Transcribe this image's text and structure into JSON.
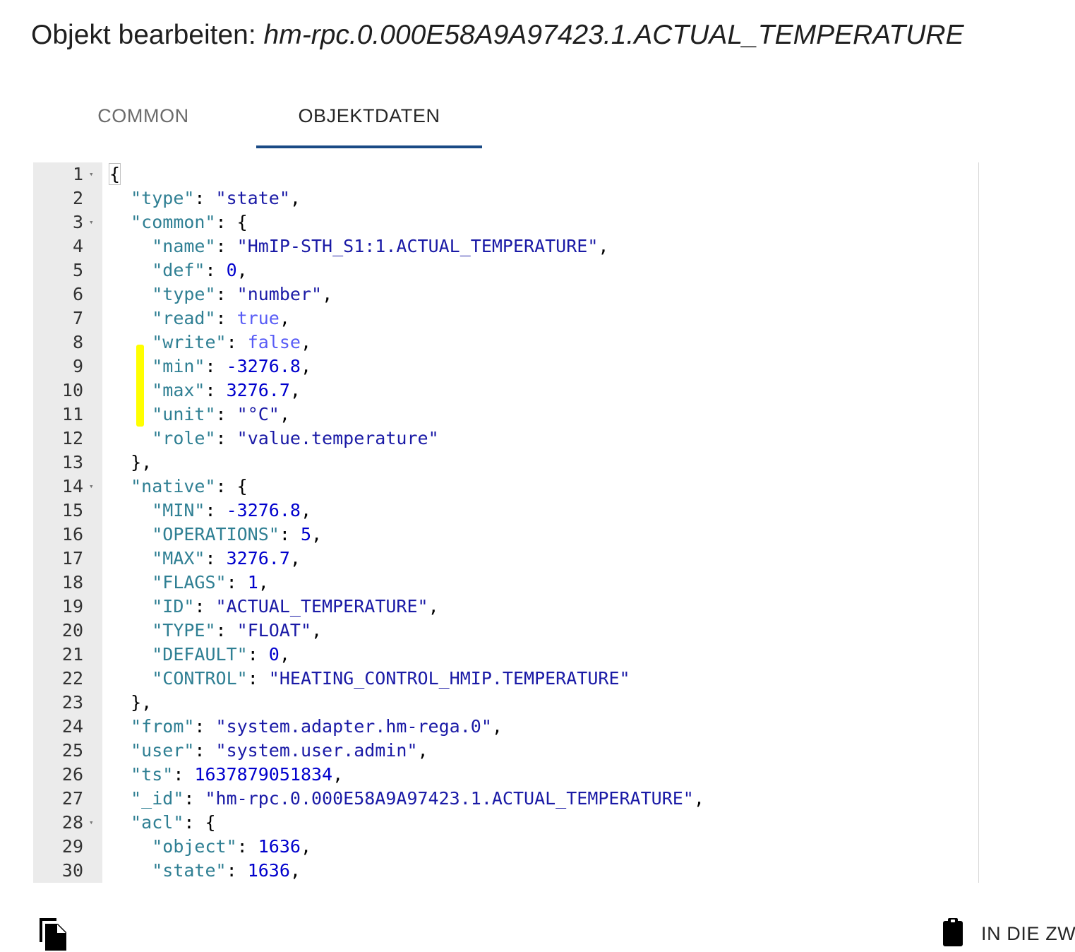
{
  "dialog": {
    "title_prefix": "Objekt bearbeiten: ",
    "object_id": "hm-rpc.0.000E58A9A97423.1.ACTUAL_TEMPERATURE"
  },
  "tabs": [
    {
      "label": "COMMON",
      "active": false
    },
    {
      "label": "OBJEKTDATEN",
      "active": true
    }
  ],
  "colors": {
    "accent": "#1a4a85",
    "key": "#2f7f93",
    "string": "#1a1aa6",
    "number": "#0000cd",
    "boolean": "#585cf6",
    "highlight_marker": "#ffff00",
    "gutter": "#ebebeb"
  },
  "editor": {
    "lines": [
      {
        "n": "1",
        "fold": true,
        "tokens": [
          [
            "p",
            "{"
          ]
        ]
      },
      {
        "n": "2",
        "tokens": [
          [
            "i",
            "  "
          ],
          [
            "k",
            "\"type\""
          ],
          [
            "p",
            ": "
          ],
          [
            "s",
            "\"state\""
          ],
          [
            "p",
            ","
          ]
        ]
      },
      {
        "n": "3",
        "fold": true,
        "tokens": [
          [
            "i",
            "  "
          ],
          [
            "k",
            "\"common\""
          ],
          [
            "p",
            ": {"
          ]
        ]
      },
      {
        "n": "4",
        "tokens": [
          [
            "i",
            "    "
          ],
          [
            "k",
            "\"name\""
          ],
          [
            "p",
            ": "
          ],
          [
            "s",
            "\"HmIP-STH_S1:1.ACTUAL_TEMPERATURE\""
          ],
          [
            "p",
            ","
          ]
        ]
      },
      {
        "n": "5",
        "tokens": [
          [
            "i",
            "    "
          ],
          [
            "k",
            "\"def\""
          ],
          [
            "p",
            ": "
          ],
          [
            "n",
            "0"
          ],
          [
            "p",
            ","
          ]
        ]
      },
      {
        "n": "6",
        "tokens": [
          [
            "i",
            "    "
          ],
          [
            "k",
            "\"type\""
          ],
          [
            "p",
            ": "
          ],
          [
            "s",
            "\"number\""
          ],
          [
            "p",
            ","
          ]
        ]
      },
      {
        "n": "7",
        "tokens": [
          [
            "i",
            "    "
          ],
          [
            "k",
            "\"read\""
          ],
          [
            "p",
            ": "
          ],
          [
            "b",
            "true"
          ],
          [
            "p",
            ","
          ]
        ]
      },
      {
        "n": "8",
        "tokens": [
          [
            "i",
            "    "
          ],
          [
            "k",
            "\"write\""
          ],
          [
            "p",
            ": "
          ],
          [
            "b",
            "false"
          ],
          [
            "p",
            ","
          ]
        ]
      },
      {
        "n": "9",
        "tokens": [
          [
            "i",
            "    "
          ],
          [
            "k",
            "\"min\""
          ],
          [
            "p",
            ": "
          ],
          [
            "n",
            "-3276.8"
          ],
          [
            "p",
            ","
          ]
        ]
      },
      {
        "n": "10",
        "tokens": [
          [
            "i",
            "    "
          ],
          [
            "k",
            "\"max\""
          ],
          [
            "p",
            ": "
          ],
          [
            "n",
            "3276.7"
          ],
          [
            "p",
            ","
          ]
        ]
      },
      {
        "n": "11",
        "tokens": [
          [
            "i",
            "    "
          ],
          [
            "k",
            "\"unit\""
          ],
          [
            "p",
            ": "
          ],
          [
            "s",
            "\"°C\""
          ],
          [
            "p",
            ","
          ]
        ]
      },
      {
        "n": "12",
        "tokens": [
          [
            "i",
            "    "
          ],
          [
            "k",
            "\"role\""
          ],
          [
            "p",
            ": "
          ],
          [
            "s",
            "\"value.temperature\""
          ]
        ]
      },
      {
        "n": "13",
        "tokens": [
          [
            "i",
            "  "
          ],
          [
            "p",
            "},"
          ]
        ]
      },
      {
        "n": "14",
        "fold": true,
        "tokens": [
          [
            "i",
            "  "
          ],
          [
            "k",
            "\"native\""
          ],
          [
            "p",
            ": {"
          ]
        ]
      },
      {
        "n": "15",
        "tokens": [
          [
            "i",
            "    "
          ],
          [
            "k",
            "\"MIN\""
          ],
          [
            "p",
            ": "
          ],
          [
            "n",
            "-3276.8"
          ],
          [
            "p",
            ","
          ]
        ]
      },
      {
        "n": "16",
        "tokens": [
          [
            "i",
            "    "
          ],
          [
            "k",
            "\"OPERATIONS\""
          ],
          [
            "p",
            ": "
          ],
          [
            "n",
            "5"
          ],
          [
            "p",
            ","
          ]
        ]
      },
      {
        "n": "17",
        "tokens": [
          [
            "i",
            "    "
          ],
          [
            "k",
            "\"MAX\""
          ],
          [
            "p",
            ": "
          ],
          [
            "n",
            "3276.7"
          ],
          [
            "p",
            ","
          ]
        ]
      },
      {
        "n": "18",
        "tokens": [
          [
            "i",
            "    "
          ],
          [
            "k",
            "\"FLAGS\""
          ],
          [
            "p",
            ": "
          ],
          [
            "n",
            "1"
          ],
          [
            "p",
            ","
          ]
        ]
      },
      {
        "n": "19",
        "tokens": [
          [
            "i",
            "    "
          ],
          [
            "k",
            "\"ID\""
          ],
          [
            "p",
            ": "
          ],
          [
            "s",
            "\"ACTUAL_TEMPERATURE\""
          ],
          [
            "p",
            ","
          ]
        ]
      },
      {
        "n": "20",
        "tokens": [
          [
            "i",
            "    "
          ],
          [
            "k",
            "\"TYPE\""
          ],
          [
            "p",
            ": "
          ],
          [
            "s",
            "\"FLOAT\""
          ],
          [
            "p",
            ","
          ]
        ]
      },
      {
        "n": "21",
        "tokens": [
          [
            "i",
            "    "
          ],
          [
            "k",
            "\"DEFAULT\""
          ],
          [
            "p",
            ": "
          ],
          [
            "n",
            "0"
          ],
          [
            "p",
            ","
          ]
        ]
      },
      {
        "n": "22",
        "tokens": [
          [
            "i",
            "    "
          ],
          [
            "k",
            "\"CONTROL\""
          ],
          [
            "p",
            ": "
          ],
          [
            "s",
            "\"HEATING_CONTROL_HMIP.TEMPERATURE\""
          ]
        ]
      },
      {
        "n": "23",
        "tokens": [
          [
            "i",
            "  "
          ],
          [
            "p",
            "},"
          ]
        ]
      },
      {
        "n": "24",
        "tokens": [
          [
            "i",
            "  "
          ],
          [
            "k",
            "\"from\""
          ],
          [
            "p",
            ": "
          ],
          [
            "s",
            "\"system.adapter.hm-rega.0\""
          ],
          [
            "p",
            ","
          ]
        ]
      },
      {
        "n": "25",
        "tokens": [
          [
            "i",
            "  "
          ],
          [
            "k",
            "\"user\""
          ],
          [
            "p",
            ": "
          ],
          [
            "s",
            "\"system.user.admin\""
          ],
          [
            "p",
            ","
          ]
        ]
      },
      {
        "n": "26",
        "tokens": [
          [
            "i",
            "  "
          ],
          [
            "k",
            "\"ts\""
          ],
          [
            "p",
            ": "
          ],
          [
            "n",
            "1637879051834"
          ],
          [
            "p",
            ","
          ]
        ]
      },
      {
        "n": "27",
        "tokens": [
          [
            "i",
            "  "
          ],
          [
            "k",
            "\"_id\""
          ],
          [
            "p",
            ": "
          ],
          [
            "s",
            "\"hm-rpc.0.000E58A9A97423.1.ACTUAL_TEMPERATURE\""
          ],
          [
            "p",
            ","
          ]
        ]
      },
      {
        "n": "28",
        "fold": true,
        "tokens": [
          [
            "i",
            "  "
          ],
          [
            "k",
            "\"acl\""
          ],
          [
            "p",
            ": {"
          ]
        ]
      },
      {
        "n": "29",
        "tokens": [
          [
            "i",
            "    "
          ],
          [
            "k",
            "\"object\""
          ],
          [
            "p",
            ": "
          ],
          [
            "n",
            "1636"
          ],
          [
            "p",
            ","
          ]
        ]
      },
      {
        "n": "30",
        "tokens": [
          [
            "i",
            "    "
          ],
          [
            "k",
            "\"state\""
          ],
          [
            "p",
            ": "
          ],
          [
            "n",
            "1636"
          ],
          [
            "p",
            ","
          ]
        ]
      }
    ]
  },
  "footer": {
    "copy_icon": "copy-icon",
    "clipboard_icon": "clipboard-icon",
    "clipboard_label": "IN DIE ZW"
  }
}
